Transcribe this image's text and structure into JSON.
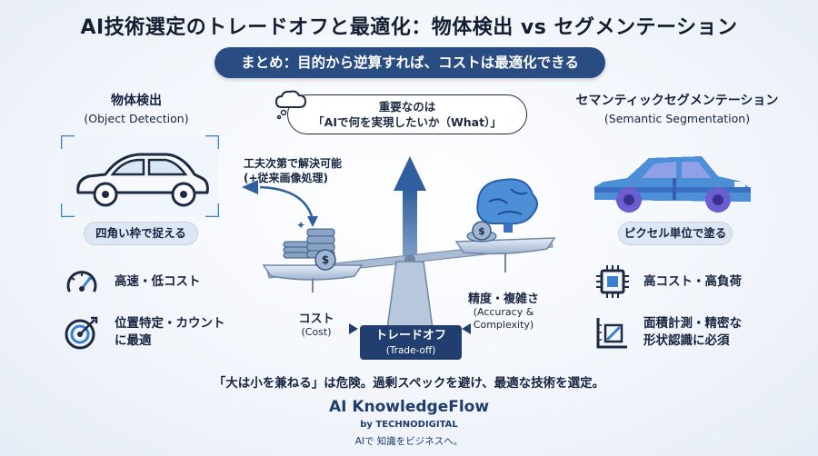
{
  "title": "AI技術選定のトレードオフと最適化：物体検出 vs セグメンテーション",
  "summary": "まとめ：目的から逆算すれば、コストは最適化できる",
  "left": {
    "title": "物体検出",
    "subtitle": "(Object Detection)",
    "pill": "四角い枠で捉える",
    "features": [
      "高速・低コスト",
      "位置特定・カウント",
      "に最適"
    ]
  },
  "right": {
    "title": "セマンティックセグメンテーション",
    "subtitle": "(Semantic Segmentation)",
    "pill": "ピクセル単位で塗る",
    "features": [
      "高コスト・高負荷",
      "面積計測・精密な",
      "形状認識に必須"
    ]
  },
  "center": {
    "bubble_line1": "重要なのは",
    "bubble_line2": "「AIで何を実現したいか（What）」",
    "note_line1": "工夫次第で解決可能",
    "note_line2": "(+従来画像処理)",
    "cost_label": "コスト",
    "cost_sub": "(Cost)",
    "accuracy_label": "精度・複雑さ",
    "accuracy_sub1": "(Accuracy &",
    "accuracy_sub2": "Complexity)",
    "tradeoff_label": "トレードオフ",
    "tradeoff_sub": "(Trade-off)"
  },
  "bottom_text": "「大は小を兼ねる」は危険。過剰スペックを避け、最適な技術を選定。",
  "brand": {
    "name": "AI KnowledgeFlow",
    "by": "by TECHNODIGITAL",
    "tagline": "AIで 知識をビジネスへ。"
  },
  "colors": {
    "primary": "#294c82",
    "dark": "#213e6f",
    "accent": "#4d8fd6",
    "purple": "#6a5fcf"
  }
}
